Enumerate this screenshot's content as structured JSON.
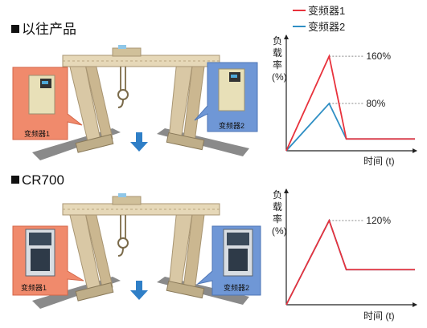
{
  "sections": [
    {
      "title": "以往产品",
      "inverter_left": "变频器1",
      "inverter_right": "变频器2",
      "callout_left_color": "#f08a6c",
      "callout_right_color": "#6f97d6"
    },
    {
      "title": "CR700",
      "inverter_left": "变频器1",
      "inverter_right": "变频器2",
      "callout_left_color": "#f08a6c",
      "callout_right_color": "#6f97d6"
    }
  ],
  "legend": [
    {
      "label": "变频器1",
      "color": "#e8323c"
    },
    {
      "label": "变频器2",
      "color": "#2f8fc4"
    }
  ],
  "chart_data": [
    {
      "type": "line",
      "ylabel": "负载率(%)",
      "xlabel": "时间 (t)",
      "annotations": [
        "160%",
        "80%"
      ],
      "series": [
        {
          "name": "变频器1",
          "color": "#e8323c",
          "x": [
            0,
            1,
            1.4,
            3
          ],
          "y": [
            0,
            160,
            20,
            20
          ]
        },
        {
          "name": "变频器2",
          "color": "#2f8fc4",
          "x": [
            0,
            1,
            1.4,
            3
          ],
          "y": [
            0,
            80,
            20,
            20
          ]
        }
      ],
      "xlim": [
        0,
        3
      ],
      "ylim": [
        0,
        190
      ]
    },
    {
      "type": "line",
      "ylabel": "负载率(%)",
      "xlabel": "时间 (t)",
      "annotations": [
        "120%"
      ],
      "series": [
        {
          "name": "变频器1",
          "color": "#e8323c",
          "x": [
            0,
            1,
            1.4,
            3
          ],
          "y": [
            0,
            120,
            50,
            50
          ]
        },
        {
          "name": "变频器2",
          "color": "#2f8fc4",
          "x": [
            0,
            1,
            1.4,
            3
          ],
          "y": [
            0,
            120,
            50,
            50
          ]
        }
      ],
      "xlim": [
        0,
        3
      ],
      "ylim": [
        0,
        160
      ]
    }
  ]
}
